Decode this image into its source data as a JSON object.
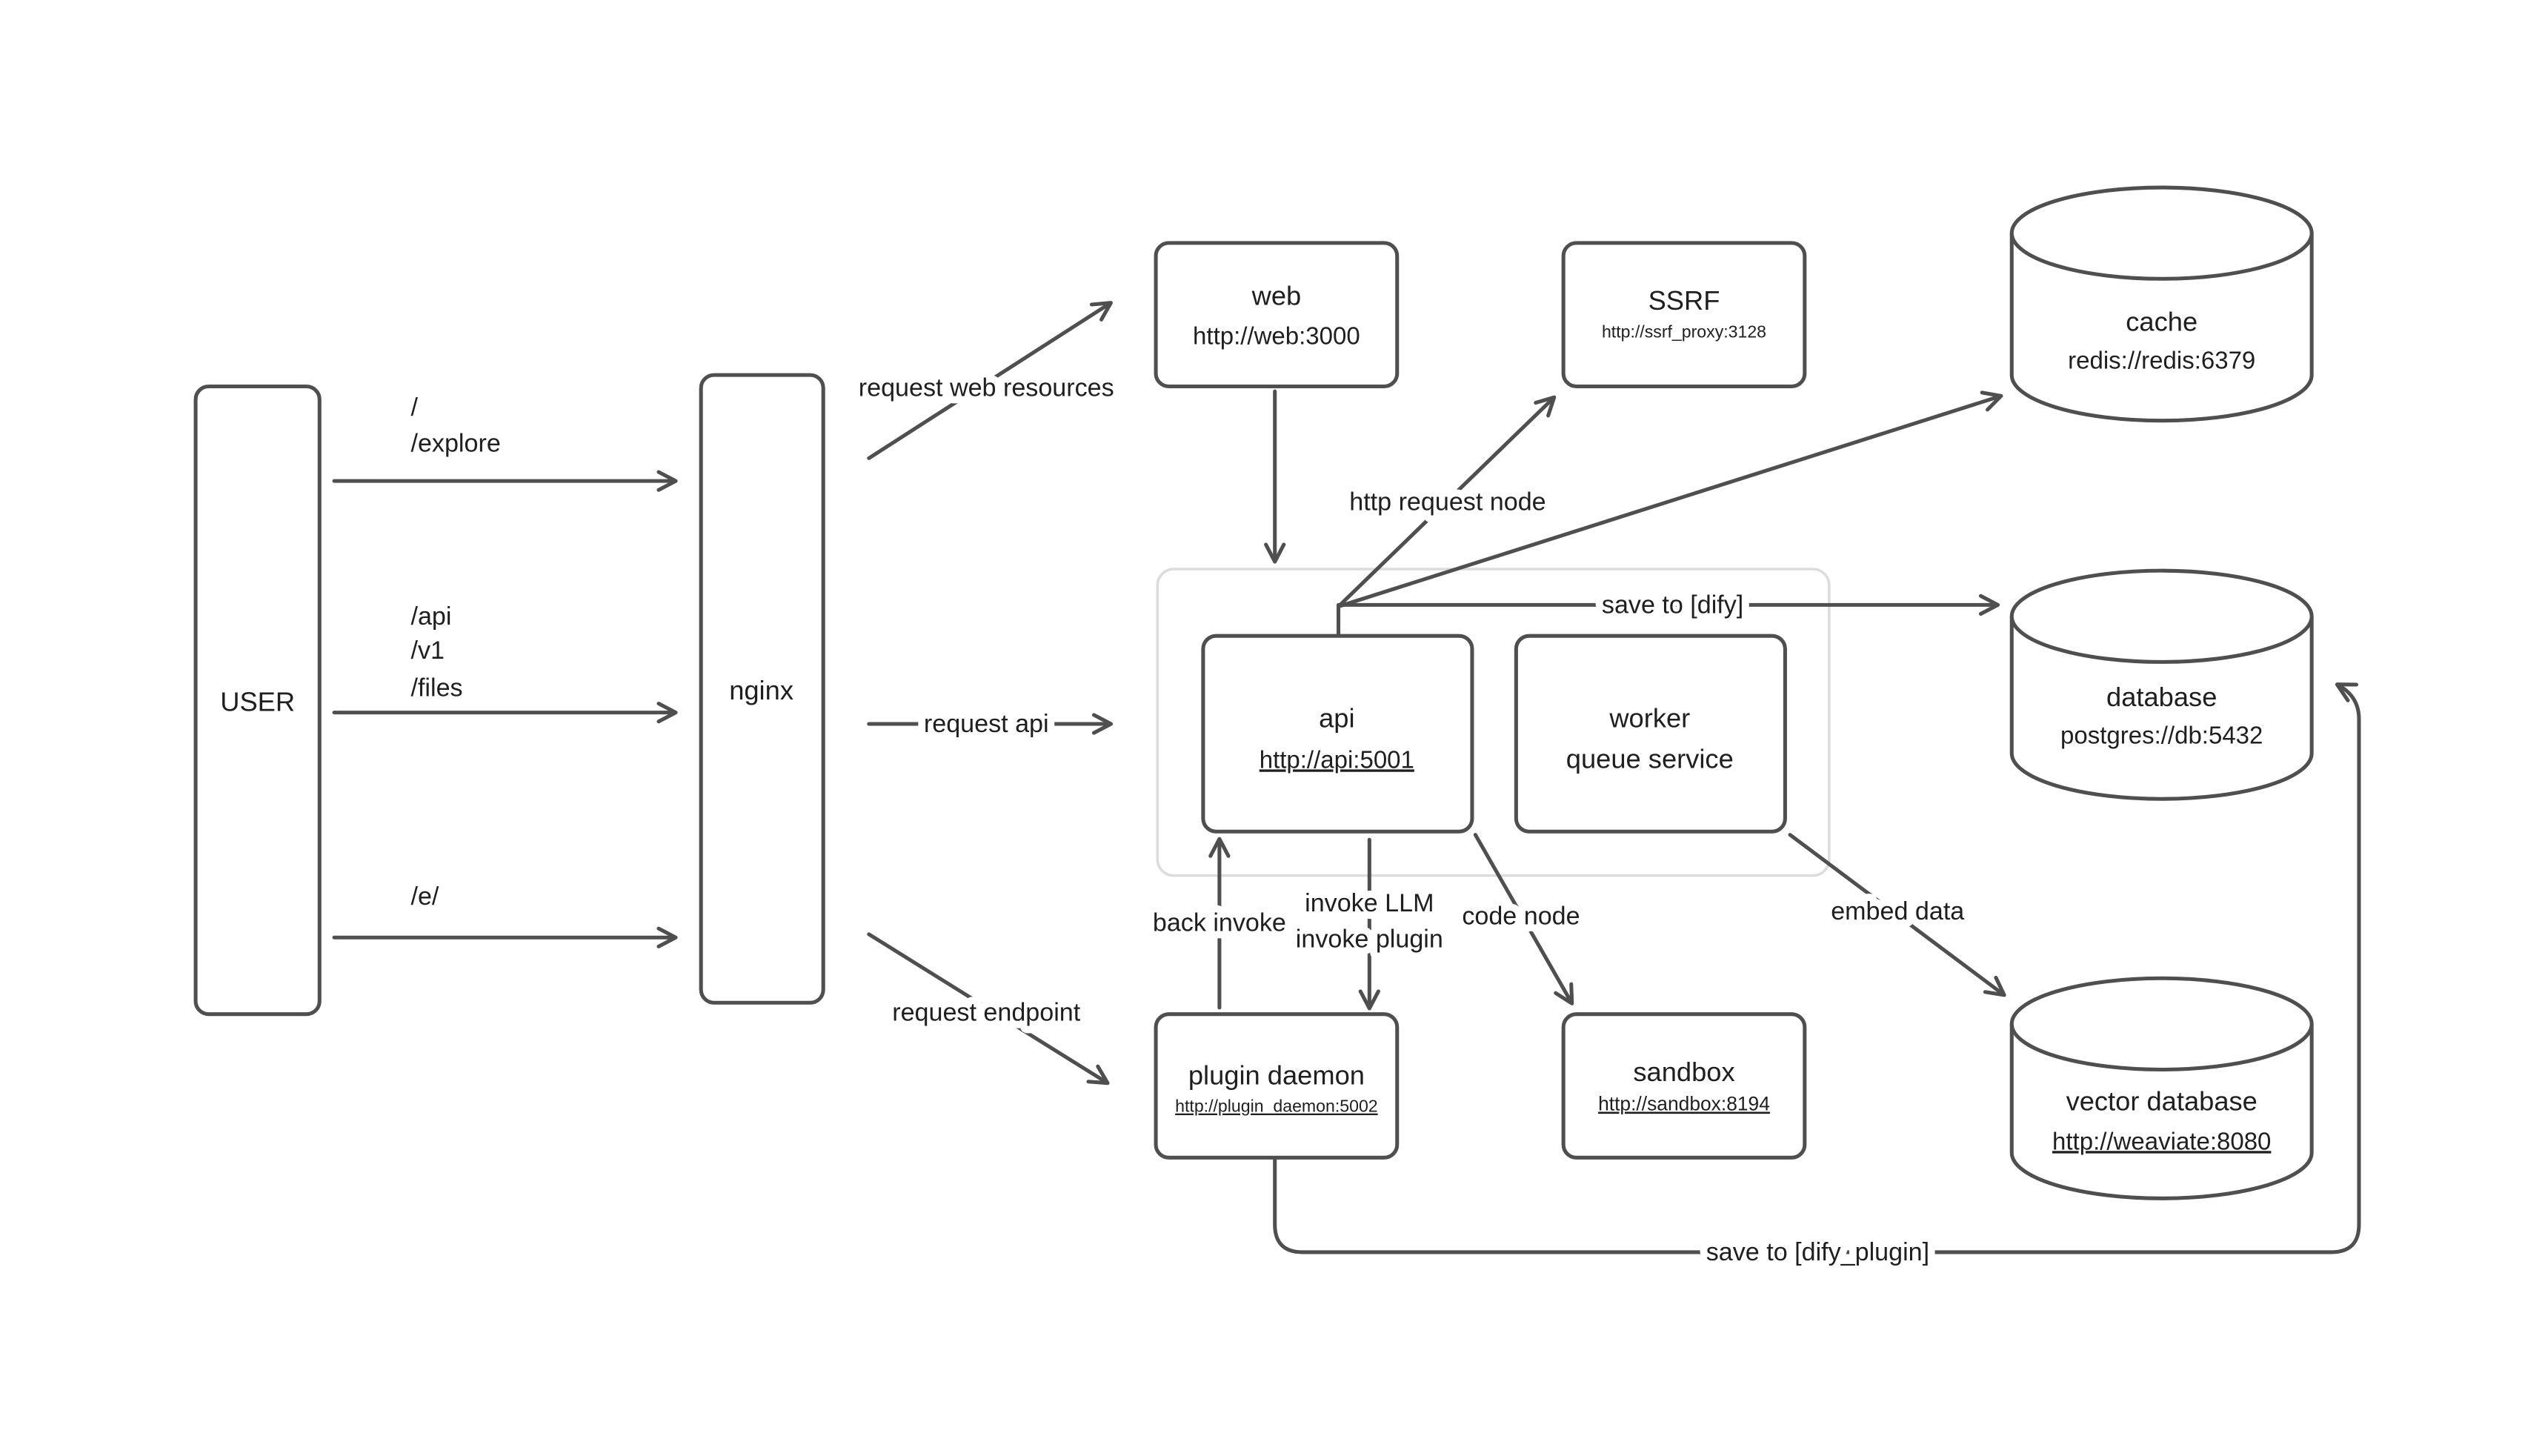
{
  "diagram": {
    "nodes": {
      "user": {
        "label": "USER"
      },
      "nginx": {
        "label": "nginx"
      },
      "web": {
        "title": "web",
        "url": "http://web:3000"
      },
      "ssrf": {
        "title": "SSRF",
        "url": "http://ssrf_proxy:3128"
      },
      "cache": {
        "title": "cache",
        "url": "redis://redis:6379"
      },
      "api": {
        "title": "api",
        "url": "http://api:5001"
      },
      "worker": {
        "title": "worker",
        "subtitle": "queue service"
      },
      "database": {
        "title": "database",
        "url": "postgres://db:5432"
      },
      "plugin_daemon": {
        "title": "plugin daemon",
        "url": "http://plugin_daemon:5002"
      },
      "sandbox": {
        "title": "sandbox",
        "url": "http://sandbox:8194"
      },
      "vector_database": {
        "title": "vector database",
        "url": "http://weaviate:8080"
      }
    },
    "edge_labels": {
      "user_root": "/",
      "user_explore": "/explore",
      "user_api": "/api",
      "user_v1": "/v1",
      "user_files": "/files",
      "user_e": "/e/",
      "request_web_resources": "request web resources",
      "request_api": "request api",
      "request_endpoint": "request endpoint",
      "http_request_node": "http request node",
      "save_to_dify": "save to [dify]",
      "back_invoke": "back invoke",
      "invoke_llm": "invoke LLM",
      "invoke_plugin": "invoke plugin",
      "code_node": "code node",
      "embed_data": "embed data",
      "save_to_dify_plugin": "save to [dify_plugin]"
    },
    "edges": [
      {
        "from": "user",
        "to": "nginx",
        "label": "/ /explore"
      },
      {
        "from": "user",
        "to": "nginx",
        "label": "/api /v1 /files"
      },
      {
        "from": "user",
        "to": "nginx",
        "label": "/e/"
      },
      {
        "from": "nginx",
        "to": "web",
        "label": "request web resources"
      },
      {
        "from": "nginx",
        "to": "api",
        "label": "request api"
      },
      {
        "from": "nginx",
        "to": "plugin_daemon",
        "label": "request endpoint"
      },
      {
        "from": "web",
        "to": "api",
        "label": ""
      },
      {
        "from": "api",
        "to": "ssrf",
        "label": "http request node"
      },
      {
        "from": "api",
        "to": "cache",
        "label": ""
      },
      {
        "from": "api",
        "to": "database",
        "label": "save to [dify]"
      },
      {
        "from": "plugin_daemon",
        "to": "api",
        "label": "back invoke"
      },
      {
        "from": "api",
        "to": "plugin_daemon",
        "label": "invoke LLM / invoke plugin"
      },
      {
        "from": "api",
        "to": "sandbox",
        "label": "code node"
      },
      {
        "from": "worker",
        "to": "vector_database",
        "label": "embed data"
      },
      {
        "from": "plugin_daemon",
        "to": "database",
        "label": "save to [dify_plugin]"
      }
    ],
    "colors": {
      "stroke": "#4f4f4f",
      "container_stroke": "#dcdcdc",
      "text": "#1f1f1f",
      "background": "#ffffff"
    }
  }
}
